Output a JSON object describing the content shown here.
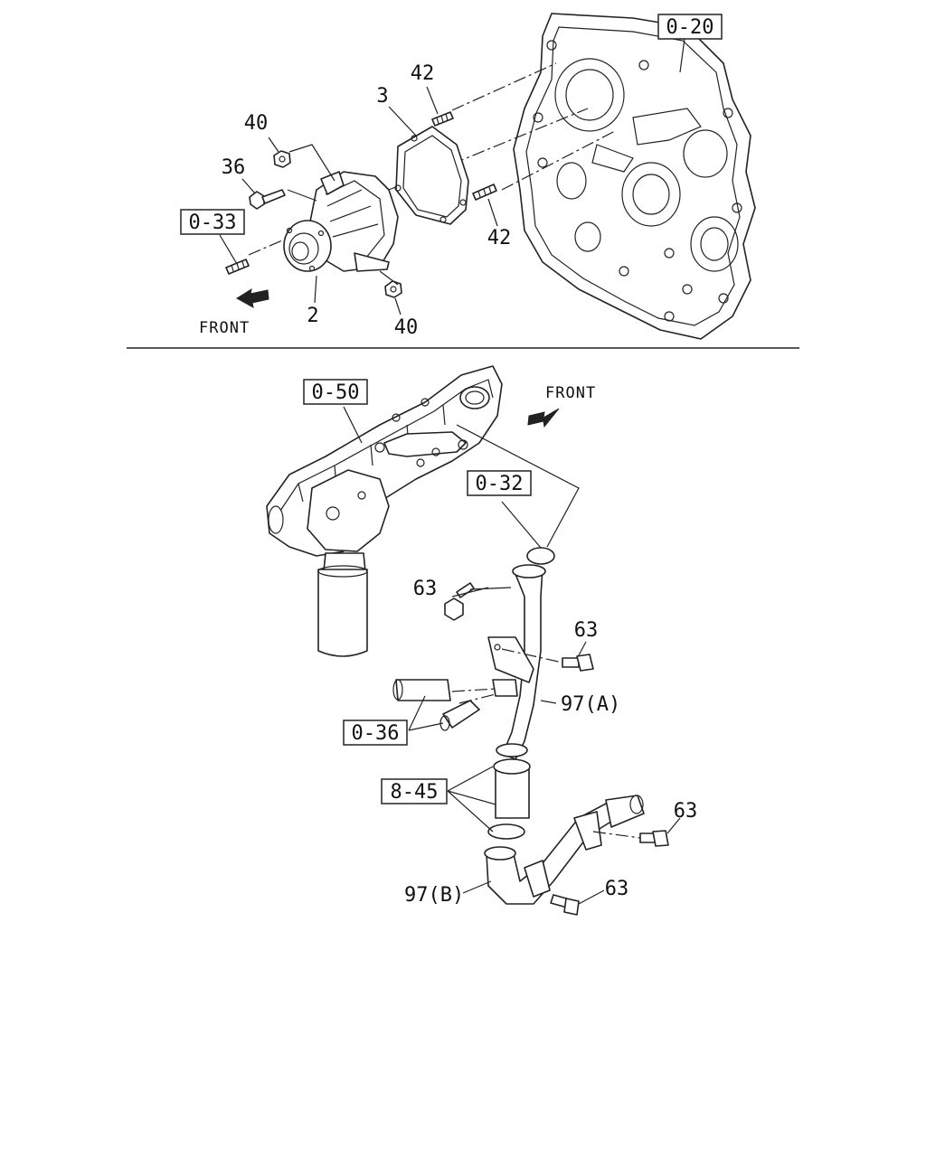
{
  "diagram": {
    "upper": {
      "refs": {
        "r020": "0-20",
        "r033": "0-33"
      },
      "labels": {
        "l40a": "40",
        "l36": "36",
        "l3": "3",
        "l42a": "42",
        "l42b": "42",
        "l2": "2",
        "l40b": "40"
      },
      "front": "FRONT"
    },
    "lower": {
      "refs": {
        "r050": "0-50",
        "r032": "0-32",
        "r036": "0-36",
        "r845": "8-45"
      },
      "labels": {
        "l63a": "63",
        "l63b": "63",
        "l97a": "97(A)",
        "l63c": "63",
        "l97b": "97(B)",
        "l63d": "63"
      },
      "front": "FRONT"
    }
  }
}
